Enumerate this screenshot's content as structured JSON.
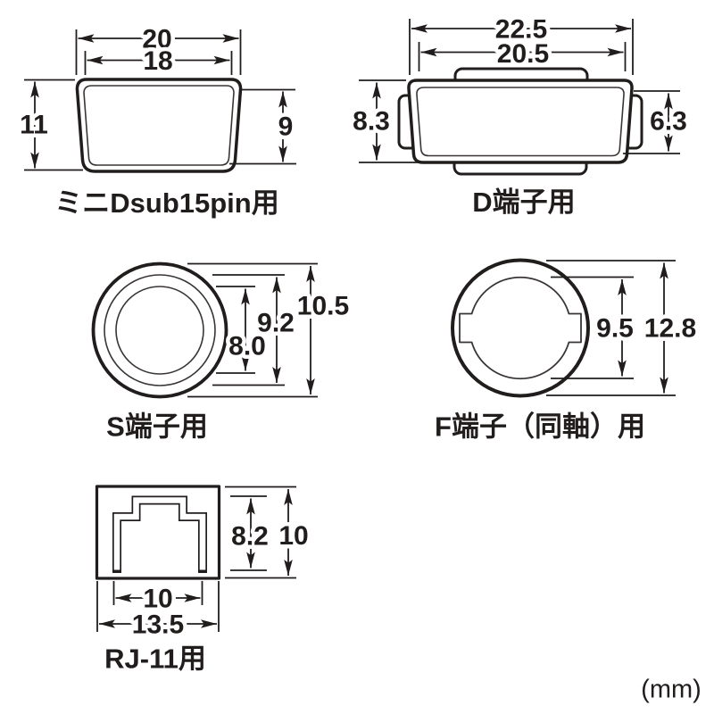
{
  "unit_label": "(mm)",
  "line_color": "#211d1d",
  "background_color": "#ffffff",
  "drawings": [
    {
      "id": "mini-dsub-15pin",
      "label": "ミニDsub15pin用",
      "shape": "rounded-trapezoid-cap",
      "dims": {
        "outer_width": "20",
        "inner_width": "18",
        "left_height": "11",
        "right_height": "9"
      }
    },
    {
      "id": "d-terminal",
      "label": "D端子用",
      "shape": "trapezoid-cap-with-tabs",
      "dims": {
        "outer_width": "22.5",
        "inner_width": "20.5",
        "left_height": "8.3",
        "right_height": "6.3"
      }
    },
    {
      "id": "s-terminal",
      "label": "S端子用",
      "shape": "concentric-circles",
      "dims": {
        "outer_diameter": "10.5",
        "mid_diameter": "9.2",
        "inner_diameter": "8.0"
      }
    },
    {
      "id": "f-terminal-coax",
      "label": "F端子（同軸）用",
      "shape": "circle-with-keyway",
      "dims": {
        "inner_diameter": "9.5",
        "outer_diameter": "12.8"
      }
    },
    {
      "id": "rj11",
      "label": "RJ-11用",
      "shape": "rect-with-rj-profile",
      "dims": {
        "inner_height": "8.2",
        "outer_height": "10",
        "inner_width": "10",
        "outer_width": "13.5"
      }
    }
  ]
}
